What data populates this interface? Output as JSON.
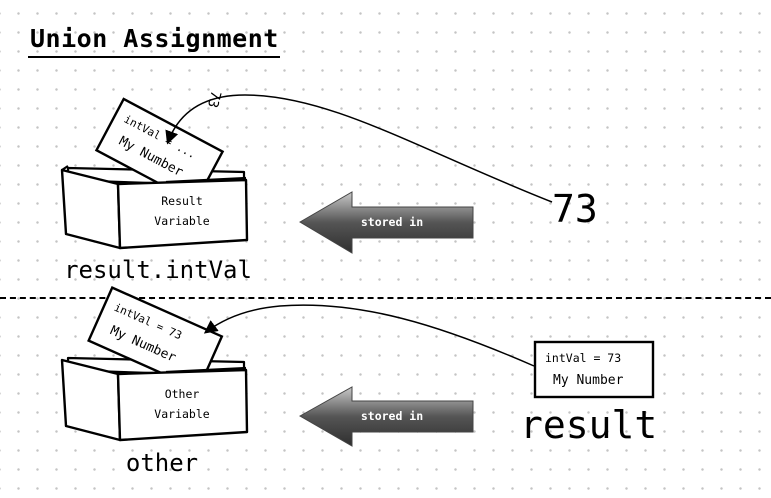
{
  "title": "Union Assignment",
  "top_scene": {
    "box_label_line1": "Result",
    "box_label_line2": "Variable",
    "card_line1": "intVal = ...",
    "card_line2": "My Number",
    "variable_name": "result.intVal",
    "arrow_label": "stored in",
    "value_text": "73",
    "flying_value": "73"
  },
  "bottom_scene": {
    "box_label_line1": "Other",
    "box_label_line2": "Variable",
    "card_line1": "intVal =  73",
    "card_line2": "My Number",
    "variable_name": "other",
    "arrow_label": "stored in",
    "source_card_line1": "intVal =  73",
    "source_card_line2": "My Number",
    "source_name": "result"
  },
  "colors": {
    "ink": "#000000",
    "dot_grid": "#c4c4c4",
    "arrow_dark": "#2f2f2f",
    "arrow_light": "#c9c9c9"
  }
}
